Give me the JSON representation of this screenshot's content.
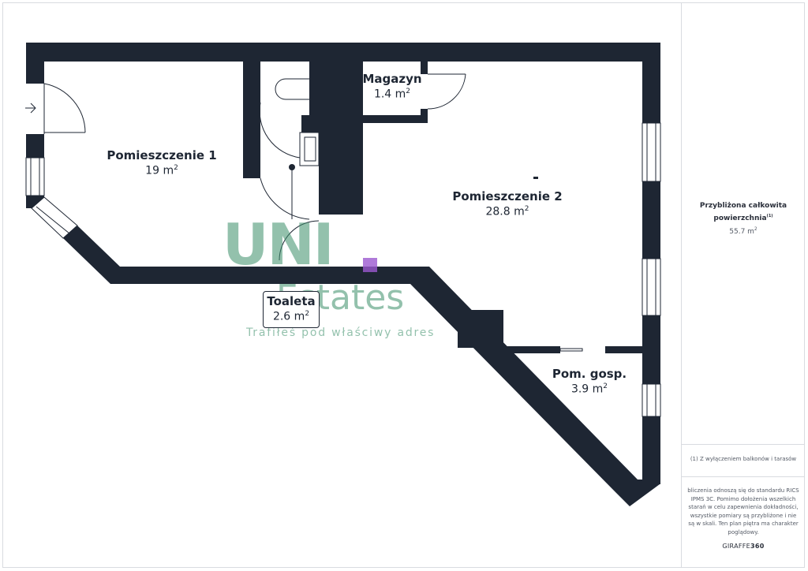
{
  "rooms": [
    {
      "name": "Pomieszczenie 1",
      "area": "19 m",
      "unit_sup": "2"
    },
    {
      "name": "Pomieszczenie 2",
      "area": "28.8 m",
      "unit_sup": "2"
    },
    {
      "name": "Magazyn",
      "area": "1.4 m",
      "unit_sup": "2"
    },
    {
      "name": "Toaleta",
      "area": "2.6 m",
      "unit_sup": "2"
    },
    {
      "name": "Pom. gosp.",
      "area": "3.9 m",
      "unit_sup": "2"
    }
  ],
  "sidebar": {
    "total_title_line1": "Przybliżona całkowita",
    "total_title_line2": "powierzchnia",
    "total_title_sup": "(1)",
    "total_area": "55.7 m",
    "total_area_sup": "2",
    "footnote": "(1) Z wyłączeniem balkonów i tarasów",
    "disclaimer": "bliczenia odnoszą się do standardu RICS IPMS 3C. Pomimo dołożenia wszelkich starań w celu zapewnienia dokładności, wszystkie pomiary są przybliżone i nie są w skali. Ten plan piętra ma charakter poglądowy.",
    "brand_a": "GIRAFFE",
    "brand_b": "360"
  },
  "watermark": {
    "main": "UNI",
    "sub": "Estates",
    "tagline": "Trafiłeś pod właściwy adres"
  },
  "colors": {
    "wall": "#1e2633",
    "watermark": "#3b8f6a",
    "watermark_accent": "#9b59d0"
  }
}
